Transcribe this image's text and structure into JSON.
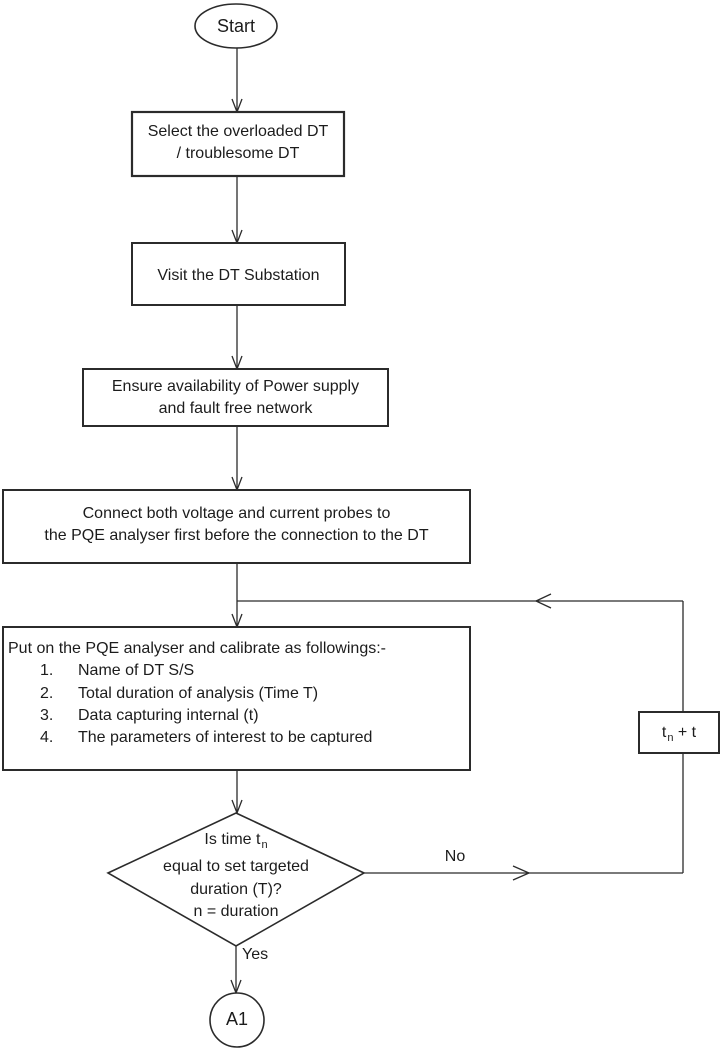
{
  "flowchart": {
    "start": {
      "label": "Start"
    },
    "select_dt": {
      "line1": "Select the overloaded DT",
      "line2": "/ troublesome DT"
    },
    "visit": {
      "label": "Visit the DT Substation"
    },
    "ensure": {
      "line1": "Ensure availability of Power supply",
      "line2": "and fault free network"
    },
    "connect": {
      "line1": "Connect both voltage and current probes to",
      "line2": "the PQE analyser first before the connection to the DT"
    },
    "calibrate": {
      "title": "Put on the PQE analyser and calibrate as followings:-",
      "items": [
        {
          "num": "1.",
          "text": "Name of DT S/S"
        },
        {
          "num": "2.",
          "text": "Total duration of analysis (Time T)"
        },
        {
          "num": "3.",
          "text": "Data capturing internal (t)"
        },
        {
          "num": "4.",
          "text": "The parameters of interest to be captured"
        }
      ]
    },
    "decision": {
      "line1_text": "Is time t",
      "line1_sub": "n",
      "line2": "equal to set targeted",
      "line3": "duration (T)?",
      "line4": "n = duration"
    },
    "increment": {
      "base": "t",
      "sub": "n",
      "rest": " + t"
    },
    "edge_labels": {
      "no": "No",
      "yes": "Yes"
    },
    "a1": {
      "label": "A1"
    },
    "colors": {
      "stroke": "#2b2b2b",
      "text": "#1c1c1c",
      "background": "#ffffff"
    }
  }
}
